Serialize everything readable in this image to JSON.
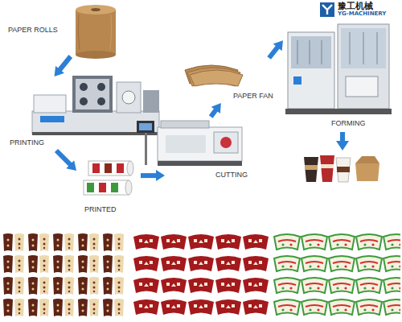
{
  "diagram": {
    "nodes": [
      {
        "text": [
          "PAPER ROLLS"
        ]
      },
      {
        "text": [
          "PRINTING"
        ]
      },
      {
        "text": [
          "PRINTED"
        ]
      },
      {
        "text": [
          "CUTTING"
        ]
      },
      {
        "text": [
          "PAPER FAN"
        ]
      },
      {
        "text": [
          "FORMING"
        ]
      }
    ],
    "edges": [
      {
        "from": 0,
        "to": 1,
        "arrow": "to"
      },
      {
        "from": 1,
        "to": 2,
        "arrow": "to"
      },
      {
        "from": 2,
        "to": 3,
        "arrow": "to"
      },
      {
        "from": 3,
        "to": 4,
        "arrow": "to"
      },
      {
        "from": 4,
        "to": 5,
        "arrow": "to"
      }
    ],
    "labels": [
      "豫工机械",
      "YG-MACHINERY"
    ]
  }
}
